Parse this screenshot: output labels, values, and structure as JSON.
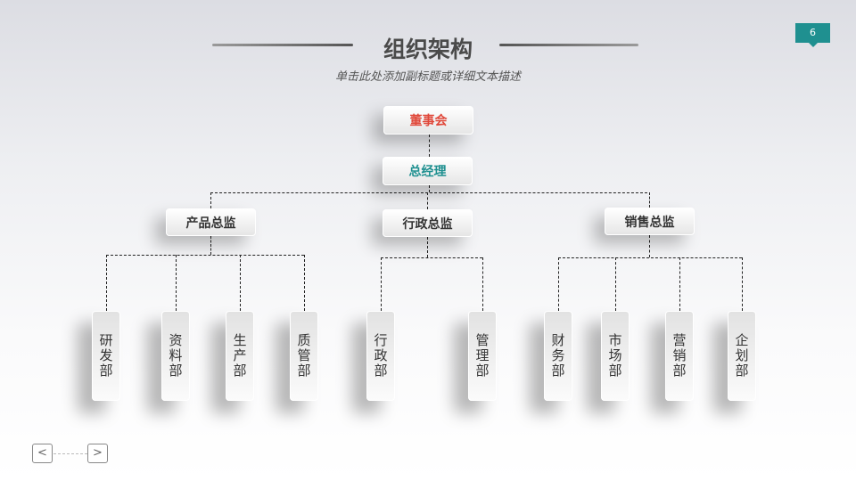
{
  "title": "组织架构",
  "subtitle": "单击此处添加副标题或详细文本描述",
  "page_number": "6",
  "accent_color": "#1f9090",
  "org": {
    "board": "董事会",
    "gm": "总经理",
    "directors": [
      {
        "label": "产品总监",
        "depts": [
          "研发部",
          "资料部",
          "生产部",
          "质管部"
        ]
      },
      {
        "label": "行政总监",
        "depts": [
          "行政部",
          "管理部"
        ]
      },
      {
        "label": "销售总监",
        "depts": [
          "财务部",
          "市场部",
          "营销部",
          "企划部"
        ]
      }
    ]
  },
  "nav": {
    "prev": "<",
    "next": ">"
  }
}
